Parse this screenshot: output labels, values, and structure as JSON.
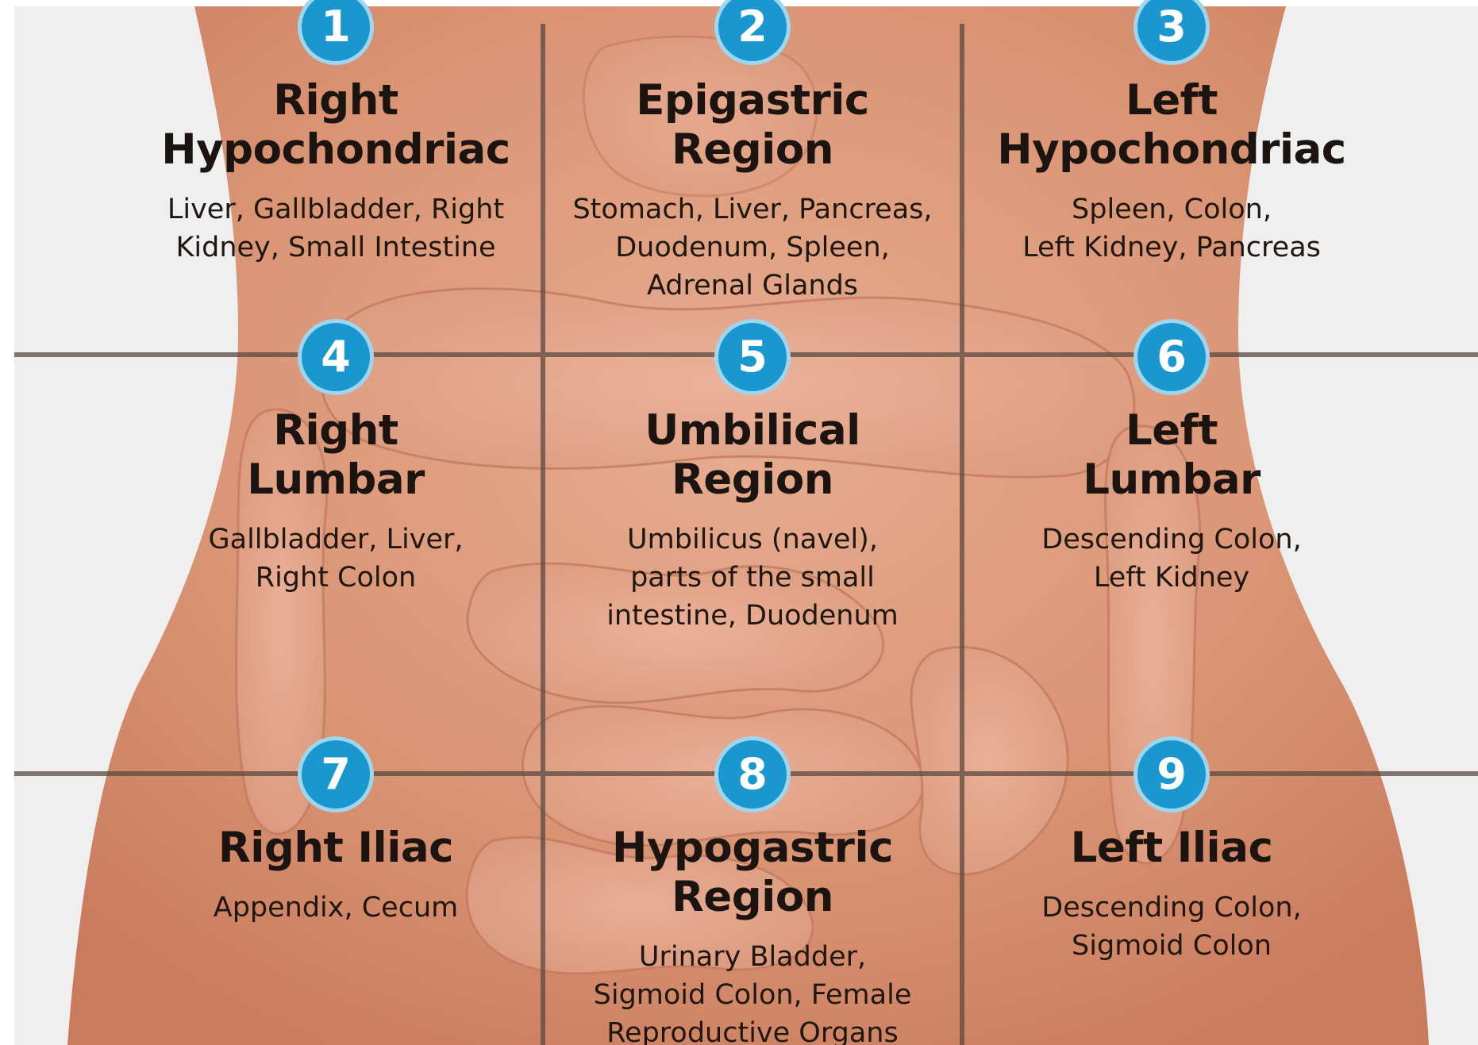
{
  "colors": {
    "background": "#efefef",
    "skin": "#dc9a7a",
    "grid_line": "#5a4a42",
    "badge": "#1b97cf",
    "text": "#1c1410"
  },
  "regions": [
    {
      "number": "1",
      "name": "Right\nHypochondriac",
      "organs": "Liver, Gallbladder, Right\nKidney, Small Intestine"
    },
    {
      "number": "2",
      "name": "Epigastric\nRegion",
      "organs": "Stomach, Liver, Pancreas,\nDuodenum, Spleen,\nAdrenal Glands"
    },
    {
      "number": "3",
      "name": "Left\nHypochondriac",
      "organs": "Spleen, Colon,\nLeft Kidney, Pancreas"
    },
    {
      "number": "4",
      "name": "Right\nLumbar",
      "organs": "Gallbladder, Liver,\nRight Colon"
    },
    {
      "number": "5",
      "name": "Umbilical\nRegion",
      "organs": "Umbilicus (navel),\nparts of the small\nintestine, Duodenum"
    },
    {
      "number": "6",
      "name": "Left\nLumbar",
      "organs": "Descending Colon,\nLeft Kidney"
    },
    {
      "number": "7",
      "name": "Right Iliac",
      "organs": "Appendix, Cecum"
    },
    {
      "number": "8",
      "name": "Hypogastric\nRegion",
      "organs": "Urinary Bladder,\nSigmoid Colon, Female\nReproductive Organs"
    },
    {
      "number": "9",
      "name": "Left Iliac",
      "organs": "Descending Colon,\nSigmoid Colon"
    }
  ]
}
